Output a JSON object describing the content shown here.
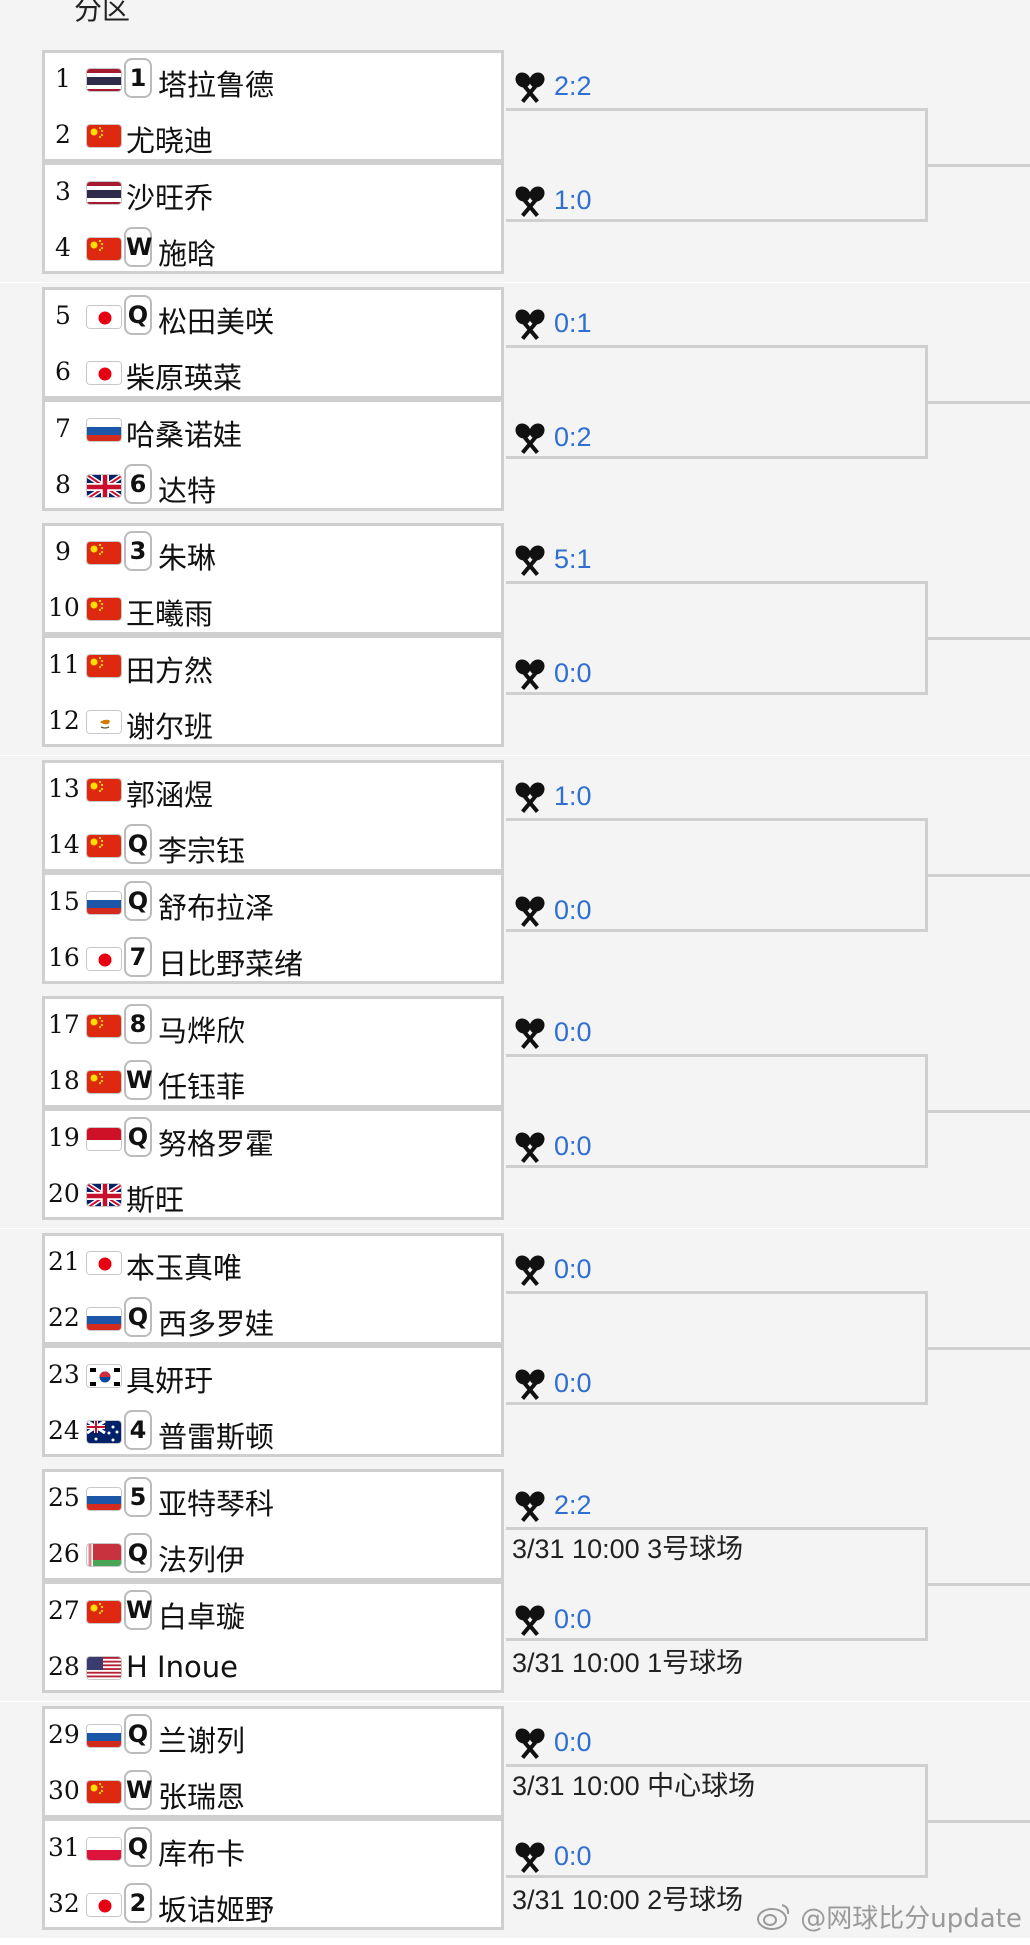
{
  "header": {
    "title": "分区"
  },
  "colors": {
    "score": "#2f6fd0",
    "line": "#cfcfcf",
    "section_bg": "#f4f4f4"
  },
  "players": [
    {
      "seed": "1",
      "flag": "thailand",
      "badge": "1",
      "name": "塔拉鲁德"
    },
    {
      "seed": "2",
      "flag": "china",
      "badge": "",
      "name": "尤晓迪"
    },
    {
      "seed": "3",
      "flag": "thailand",
      "badge": "",
      "name": "沙旺乔"
    },
    {
      "seed": "4",
      "flag": "china",
      "badge": "W",
      "name": "施晗"
    },
    {
      "seed": "5",
      "flag": "japan",
      "badge": "Q",
      "name": "松田美咲"
    },
    {
      "seed": "6",
      "flag": "japan",
      "badge": "",
      "name": "柴原瑛菜"
    },
    {
      "seed": "7",
      "flag": "russia",
      "badge": "",
      "name": "哈桑诺娃"
    },
    {
      "seed": "8",
      "flag": "uk",
      "badge": "6",
      "name": "达特"
    },
    {
      "seed": "9",
      "flag": "china",
      "badge": "3",
      "name": "朱琳"
    },
    {
      "seed": "10",
      "flag": "china",
      "badge": "",
      "name": "王曦雨"
    },
    {
      "seed": "11",
      "flag": "china",
      "badge": "",
      "name": "田方然"
    },
    {
      "seed": "12",
      "flag": "cyprus",
      "badge": "",
      "name": "谢尔班"
    },
    {
      "seed": "13",
      "flag": "china",
      "badge": "",
      "name": "郭涵煜"
    },
    {
      "seed": "14",
      "flag": "china",
      "badge": "Q",
      "name": "李宗钰"
    },
    {
      "seed": "15",
      "flag": "russia",
      "badge": "Q",
      "name": "舒布拉泽"
    },
    {
      "seed": "16",
      "flag": "japan",
      "badge": "7",
      "name": "日比野菜绪"
    },
    {
      "seed": "17",
      "flag": "china",
      "badge": "8",
      "name": "马烨欣"
    },
    {
      "seed": "18",
      "flag": "china",
      "badge": "W",
      "name": "任钰菲"
    },
    {
      "seed": "19",
      "flag": "indonesia",
      "badge": "Q",
      "name": "努格罗霍"
    },
    {
      "seed": "20",
      "flag": "uk",
      "badge": "",
      "name": "斯旺"
    },
    {
      "seed": "21",
      "flag": "japan",
      "badge": "",
      "name": "本玉真唯"
    },
    {
      "seed": "22",
      "flag": "russia",
      "badge": "Q",
      "name": "西多罗娃"
    },
    {
      "seed": "23",
      "flag": "korea",
      "badge": "",
      "name": "具妍玗"
    },
    {
      "seed": "24",
      "flag": "australia",
      "badge": "4",
      "name": "普雷斯顿"
    },
    {
      "seed": "25",
      "flag": "russia",
      "badge": "5",
      "name": "亚特琴科"
    },
    {
      "seed": "26",
      "flag": "belarus",
      "badge": "Q",
      "name": "法列伊"
    },
    {
      "seed": "27",
      "flag": "china",
      "badge": "W",
      "name": "白卓璇"
    },
    {
      "seed": "28",
      "flag": "usa",
      "badge": "",
      "name": "H Inoue"
    },
    {
      "seed": "29",
      "flag": "russia",
      "badge": "Q",
      "name": "兰谢列"
    },
    {
      "seed": "30",
      "flag": "china",
      "badge": "W",
      "name": "张瑞恩"
    },
    {
      "seed": "31",
      "flag": "poland",
      "badge": "Q",
      "name": "库布卡"
    },
    {
      "seed": "32",
      "flag": "japan",
      "badge": "2",
      "name": "坂诘姬野"
    }
  ],
  "matches": [
    {
      "score": "2:2",
      "schedule": ""
    },
    {
      "score": "1:0",
      "schedule": ""
    },
    {
      "score": "0:1",
      "schedule": ""
    },
    {
      "score": "0:2",
      "schedule": ""
    },
    {
      "score": "5:1",
      "schedule": ""
    },
    {
      "score": "0:0",
      "schedule": ""
    },
    {
      "score": "1:0",
      "schedule": ""
    },
    {
      "score": "0:0",
      "schedule": ""
    },
    {
      "score": "0:0",
      "schedule": ""
    },
    {
      "score": "0:0",
      "schedule": ""
    },
    {
      "score": "0:0",
      "schedule": ""
    },
    {
      "score": "0:0",
      "schedule": ""
    },
    {
      "score": "2:2",
      "schedule": "3/31 10:00 3号球场"
    },
    {
      "score": "0:0",
      "schedule": "3/31 10:00 1号球场"
    },
    {
      "score": "0:0",
      "schedule": "3/31 10:00 中心球场"
    },
    {
      "score": "0:0",
      "schedule": "3/31 10:00 2号球场"
    }
  ],
  "watermark": "@网球比分update",
  "icons": {
    "h2h": "crossed-rackets-icon",
    "watermark": "weibo-logo-icon"
  }
}
